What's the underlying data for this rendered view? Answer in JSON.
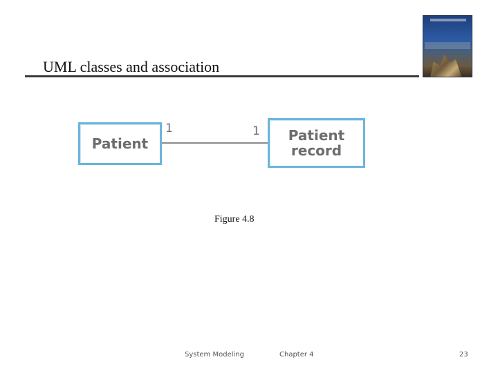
{
  "slide": {
    "title": "UML classes and association"
  },
  "diagram": {
    "classes": [
      {
        "name": "Patient"
      },
      {
        "name": "Patient\nrecord"
      }
    ],
    "association": {
      "left_multiplicity": "1",
      "right_multiplicity": "1"
    },
    "caption": "Figure 4.8",
    "colors": {
      "class_border": "#6bb5dc",
      "class_text": "#6d6d6d",
      "line": "#8a8a8a"
    }
  },
  "footer": {
    "section": "System Modeling",
    "chapter": "Chapter 4",
    "page_number": "23"
  }
}
